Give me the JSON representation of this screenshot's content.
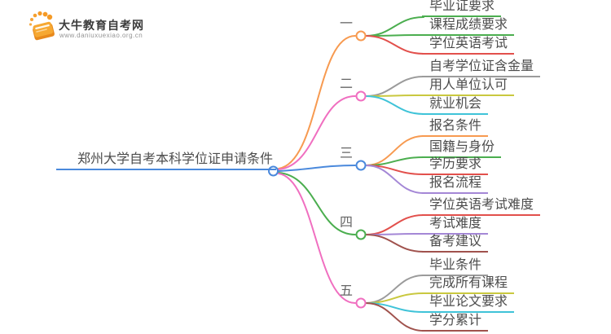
{
  "logo": {
    "title": "大牛教育自考网",
    "url": "www.daniuxuexiao.org.cn",
    "icon": "book-with-rays",
    "brand_color": "#f59a2b"
  },
  "root": {
    "label": "郑州大学自考本科学位证申请条件"
  },
  "colors": {
    "blue": "#4a89dc",
    "orange": "#f79a50",
    "pink": "#f06fc0",
    "green": "#4bae4f",
    "red": "#e2504c",
    "gray": "#9b9b9b",
    "olive": "#c9c83f",
    "cyan": "#3fc3d8",
    "purple": "#a487d6",
    "brown": "#a0524d",
    "text": "#4c4c4c"
  },
  "branches": [
    {
      "label": "一",
      "children": [
        {
          "label": "毕业证要求"
        },
        {
          "label": "课程成绩要求"
        },
        {
          "label": "学位英语考试"
        }
      ]
    },
    {
      "label": "二",
      "children": [
        {
          "label": "自考学位证含金量"
        },
        {
          "label": "用人单位认可"
        },
        {
          "label": "就业机会"
        }
      ]
    },
    {
      "label": "三",
      "children": [
        {
          "label": "报名条件"
        },
        {
          "label": "国籍与身份"
        },
        {
          "label": "学历要求"
        },
        {
          "label": "报名流程"
        }
      ]
    },
    {
      "label": "四",
      "children": [
        {
          "label": "学位英语考试难度"
        },
        {
          "label": "考试难度"
        },
        {
          "label": "备考建议"
        }
      ]
    },
    {
      "label": "五",
      "children": [
        {
          "label": "毕业条件"
        },
        {
          "label": "完成所有课程"
        },
        {
          "label": "毕业论文要求"
        },
        {
          "label": "学分累计"
        }
      ]
    }
  ]
}
